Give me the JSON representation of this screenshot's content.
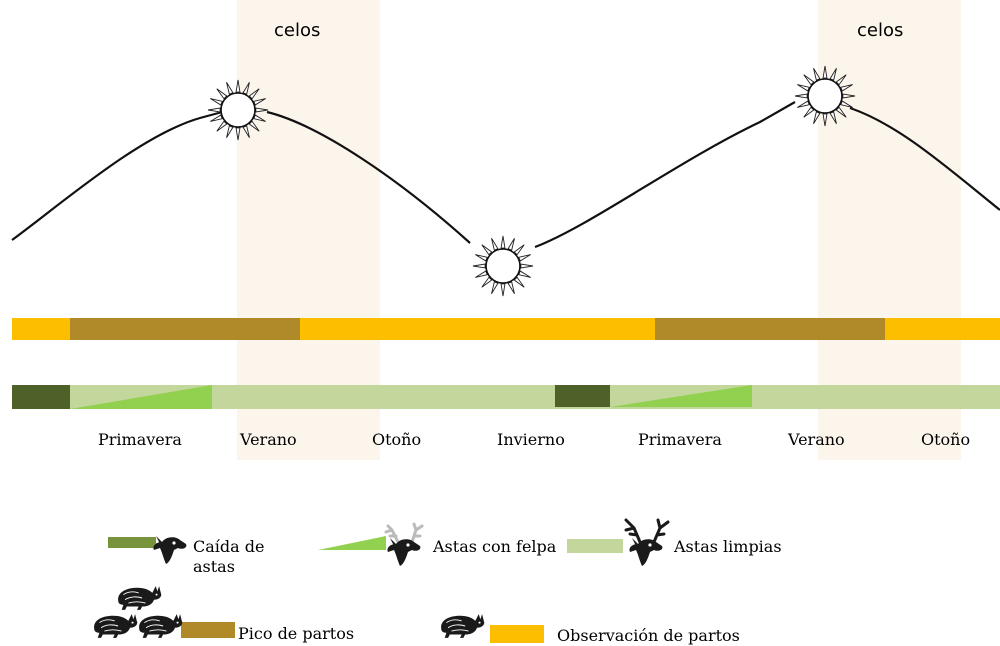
{
  "rut_label": "celos",
  "seasons": [
    "Primavera",
    "Verano",
    "Otoño",
    "Invierno",
    "Primavera",
    "Verano",
    "Otoño"
  ],
  "legend": {
    "antler_cast": "Caída de\nastas",
    "velvet": "Astas con felpa",
    "clean": "Astas limpias",
    "birth_peak": "Pico de partos",
    "birth_obs": "Observación de partos"
  },
  "colors": {
    "rut_band": "#fcf5ec",
    "birth_peak": "#b08a28",
    "birth_obs": "#fdbe00",
    "antler_cast": "#4e6128",
    "velvet": "#92d050",
    "clean": "#c3d69b",
    "legend_cast": "#77933c",
    "animal": "#1a1a1a"
  },
  "icons": {
    "sun": "sun-icon",
    "deer_cast": "deer-head-no-antlers-icon",
    "deer_velvet": "deer-head-velvet-antlers-icon",
    "deer_clean": "deer-head-antlers-icon",
    "fawn": "fawn-icon"
  }
}
